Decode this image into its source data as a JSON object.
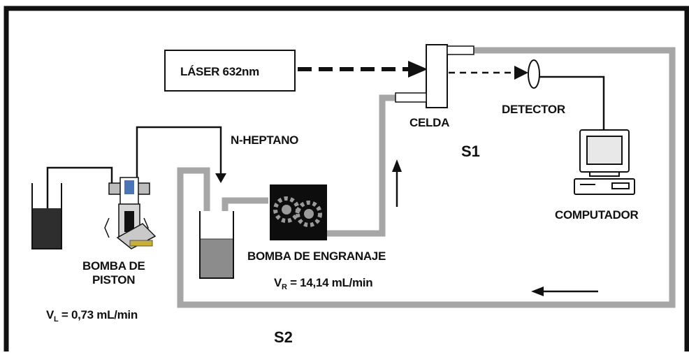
{
  "labels": {
    "laser": "LÁSER 632nm",
    "cell": "CELDA",
    "detector": "DETECTOR",
    "solvent": "N-HEPTANO",
    "loop_s1": "S1",
    "loop_s2": "S2",
    "computer": "COMPUTADOR",
    "gear_pump": "BOMBA DE ENGRANAJE",
    "piston_pump_line1": "BOMBA DE",
    "piston_pump_line2": "PISTON"
  },
  "flow_rates": {
    "gear_prefix": "V",
    "gear_sub": "R",
    "gear_value": " = 14,14 mL/min",
    "piston_prefix": "V",
    "piston_sub": "L",
    "piston_value": " = 0,73 mL/min"
  },
  "colors": {
    "frame": "#111111",
    "tube": "#a8a8a8",
    "tube_edge": "#7a7a7a",
    "dark_liquid": "#2e2e2e",
    "gray_liquid": "#8c8c8c",
    "pump_bg": "#0d0d0d"
  },
  "icons": [
    "gear-pump-icon",
    "piston-pump-icon",
    "computer-icon",
    "lens-icon"
  ]
}
